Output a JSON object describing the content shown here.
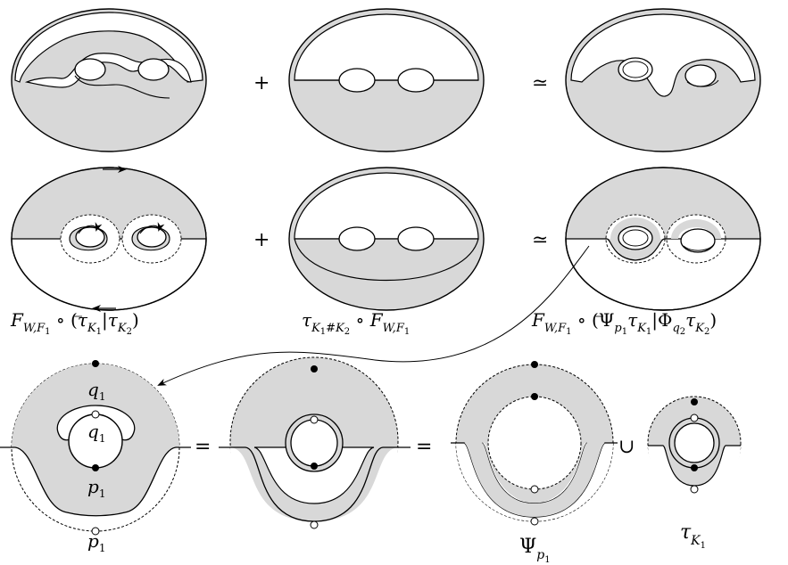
{
  "operators": {
    "plus": "+",
    "simeq": "≃",
    "equals": "=",
    "union": "∪"
  },
  "captions": {
    "left": {
      "F": "F",
      "sub": "W,",
      "subF": "F",
      "subF_idx": "1",
      "open": " ∘ (",
      "tau1": "τ",
      "k1": "K",
      "k1i": "1",
      "bar": "|",
      "tau2": "τ",
      "k2": "K",
      "k2i": "2",
      "close": ")"
    },
    "middle": {
      "tau": "τ",
      "k1": "K",
      "k1i": "1",
      "hash": "#",
      "k2": "K",
      "k2i": "2",
      "circ": " ∘ ",
      "F": "F",
      "sub": "W,",
      "subF": "F",
      "subF_idx": "1"
    },
    "right": {
      "F": "F",
      "sub": "W,",
      "subF": "F",
      "subF_idx": "1",
      "open": " ∘ (",
      "psi": "Ψ",
      "p": "p",
      "pi": "1",
      "tau1": "τ",
      "k1": "K",
      "k1i": "1",
      "bar": "|",
      "phi": "Φ",
      "q": "q",
      "qi": "2",
      "tau2": "τ",
      "k2": "K",
      "k2i": "2",
      "close": ")"
    }
  },
  "point_labels": {
    "q1_outer": {
      "base": "q",
      "idx": "1"
    },
    "q1_inner": {
      "base": "q",
      "idx": "1"
    },
    "p1_inner": {
      "base": "p",
      "idx": "1"
    },
    "p1_outer": {
      "base": "p",
      "idx": "1"
    }
  },
  "bottom_labels": {
    "psi": {
      "base": "Ψ",
      "sub": "p",
      "subidx": "1"
    },
    "tau": {
      "base": "τ",
      "sub": "K",
      "subidx": "1"
    }
  },
  "colors": {
    "fill": "#d8d8d8",
    "stroke": "#000000",
    "background": "#ffffff"
  }
}
